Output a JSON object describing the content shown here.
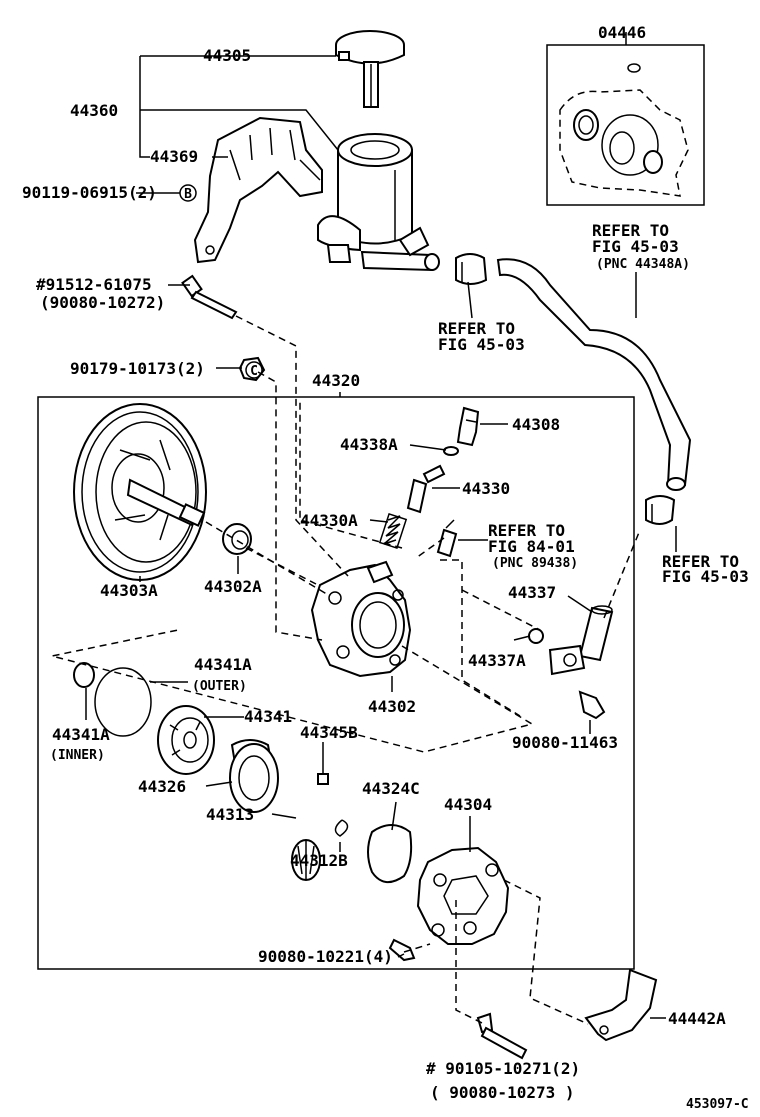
{
  "labels": {
    "p44305": "44305",
    "p44360": "44360",
    "p44369": "44369",
    "p90119": "90119-06915(2)",
    "p90119_mark": "B",
    "p91512": "#91512-61075",
    "p91512_alt": "(90080-10272)",
    "p90179": "90179-10173(2)",
    "p90179_mark": "C",
    "p44320": "44320",
    "p04446": "04446",
    "p44308": "44308",
    "p44338A": "44338A",
    "p44330": "44330",
    "p44330A": "44330A",
    "p44303A": "44303A",
    "p44302A": "44302A",
    "p44302": "44302",
    "p44337": "44337",
    "p44337A": "44337A",
    "p90080_11463": "90080-11463",
    "p44341A_outer": "44341A",
    "outer": "(OUTER)",
    "p44341A_inner": "44341A",
    "inner": "(INNER)",
    "p44341": "44341",
    "p44345B": "44345B",
    "p44326": "44326",
    "p44313": "44313",
    "p44312B": "44312B",
    "p44324C": "44324C",
    "p44304": "44304",
    "p90080_10221": "90080-10221(4)",
    "p44442A": "44442A",
    "p90105": "# 90105-10271(2)",
    "p90105_alt": "( 90080-10273  )",
    "diagram_id": "453097-C"
  },
  "refers": {
    "ref1_line1": "REFER TO",
    "ref1_line2": "FIG 45-03",
    "ref1_line3": "(PNC 44348A)",
    "ref2_line1": "REFER TO",
    "ref2_line2": "FIG 45-03",
    "ref3_line1": "REFER TO",
    "ref3_line2": "FIG 84-01",
    "ref3_line3": "(PNC 89438)",
    "ref4_line1": "REFER TO",
    "ref4_line2": "FIG 45-03"
  }
}
